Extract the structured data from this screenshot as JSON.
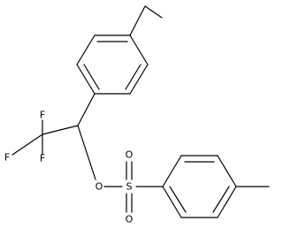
{
  "molecule": {
    "atoms": {
      "fluorine_top": "F",
      "fluorine_left": "F",
      "fluorine_bottom": "F",
      "ester_oxygen": "O",
      "sulfur": "S",
      "sulfonyl_oxygen_top": "O",
      "sulfonyl_oxygen_bottom": "O"
    }
  }
}
